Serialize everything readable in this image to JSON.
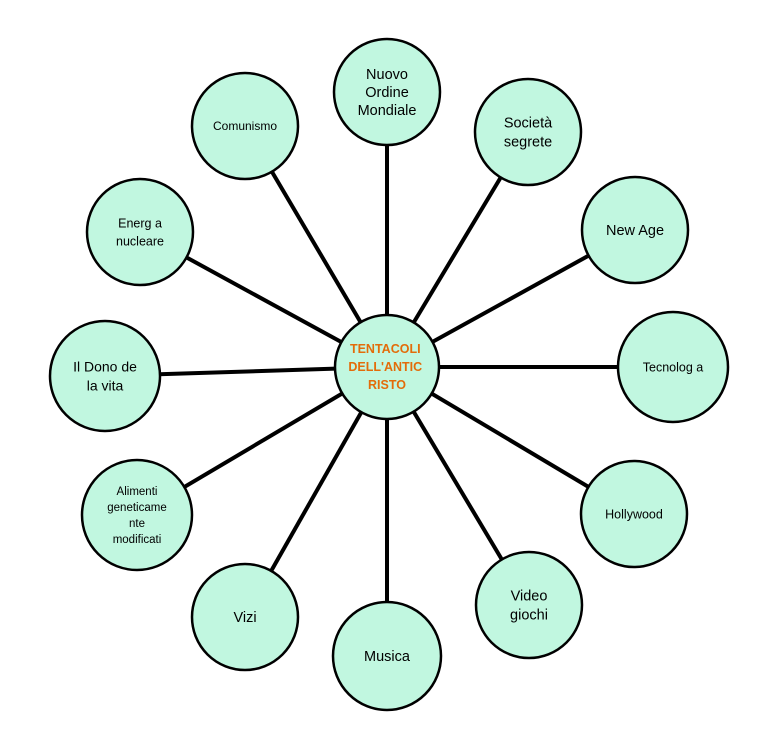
{
  "diagram": {
    "center": {
      "lines": [
        "TENTACOLI",
        "DELL'ANTIC",
        "RISTO"
      ],
      "text_color": "#e36c0a"
    },
    "node_fill_color": "#c1f7e0",
    "line_color": "#000000",
    "nodes": [
      {
        "id": "nuovo-ordine-mondiale",
        "lines": [
          "Nuovo",
          "Ordine",
          "Mondiale"
        ]
      },
      {
        "id": "societa-segrete",
        "lines": [
          "Società",
          "segrete"
        ]
      },
      {
        "id": "new-age",
        "lines": [
          "New Age"
        ]
      },
      {
        "id": "tecnologia",
        "lines": [
          "Tecnolog a"
        ]
      },
      {
        "id": "hollywood",
        "lines": [
          "Hollywood"
        ]
      },
      {
        "id": "video-giochi",
        "lines": [
          "Video",
          "giochi"
        ]
      },
      {
        "id": "musica",
        "lines": [
          "Musica"
        ]
      },
      {
        "id": "vizi",
        "lines": [
          "Vizi"
        ]
      },
      {
        "id": "alimenti-geneticamente-modificati",
        "lines": [
          "Alimenti",
          "geneticame",
          "nte",
          "modificati"
        ]
      },
      {
        "id": "il-dono-della-vita",
        "lines": [
          "Il Dono de",
          "la vita"
        ]
      },
      {
        "id": "energia-nucleare",
        "lines": [
          "Energ a",
          "nucleare"
        ]
      },
      {
        "id": "comunismo",
        "lines": [
          "Comunismo"
        ]
      }
    ]
  }
}
